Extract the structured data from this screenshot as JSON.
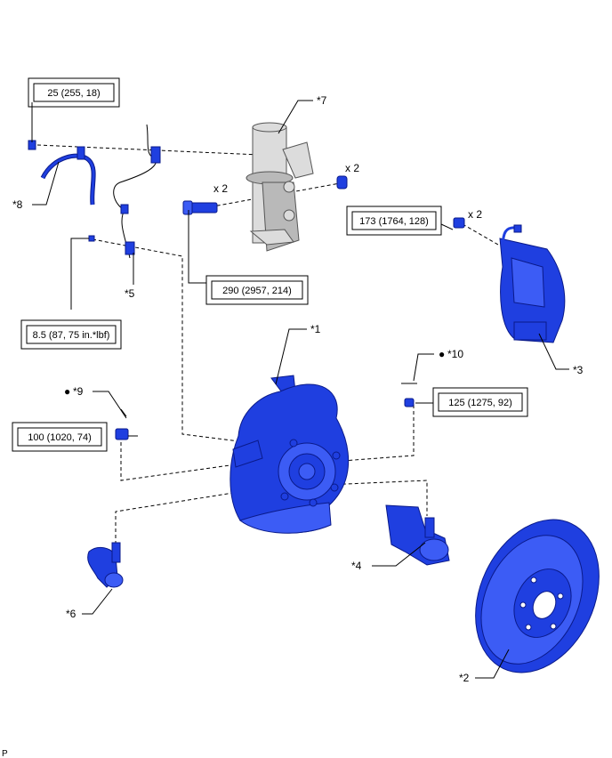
{
  "colors": {
    "part": "#1f3fe0",
    "strut": "#dcdcdc",
    "line": "#000000"
  },
  "callouts": {
    "c1": "*1",
    "c2": "*2",
    "c3": "*3",
    "c4": "*4",
    "c5": "*5",
    "c6": "*6",
    "c7": "*7",
    "c8": "*8",
    "c9": "*9",
    "c10": "*10"
  },
  "multipliers": {
    "nut": "x 2",
    "bolt": "x 2",
    "caliper": "x 2"
  },
  "torques": {
    "t1": "25 (255, 18)",
    "t2": "290 (2957, 214)",
    "t3": "173 (1764, 128)",
    "t4": "8.5 (87, 75 in.*lbf)",
    "t5": "100 (1020, 74)",
    "t6": "125 (1275, 92)"
  },
  "bullet": "●",
  "footer_code": "P"
}
